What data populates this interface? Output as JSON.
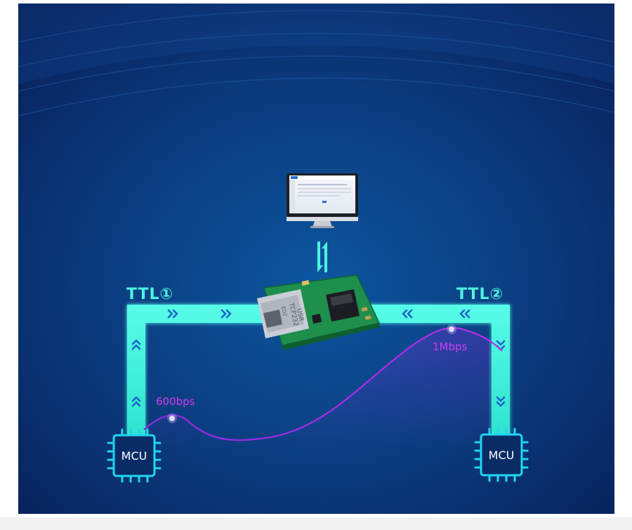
{
  "labels": {
    "ttl1": "TTL①",
    "ttl2": "TTL②",
    "mcu_left": "MCU",
    "mcu_right": "MCU",
    "rate_low": "600bps",
    "rate_high": "1Mbps",
    "chip_line1": "USR",
    "chip_line2": "TCP232",
    "chip_line3": "ED2"
  },
  "colors": {
    "background_top": "#0a1f5c",
    "background_center": "#0d4a8c",
    "ttl_line": "#3ff0d8",
    "chevron": "#1e6bd0",
    "curve": "#b025e8",
    "rate_text": "#d23cf0",
    "mcu_chip": "#20d6f0",
    "pcb": "#23a35a"
  },
  "icons": {
    "monitor": "monitor-icon",
    "exchange": "bidirectional-arrow-icon",
    "mcu": "chip-icon"
  }
}
